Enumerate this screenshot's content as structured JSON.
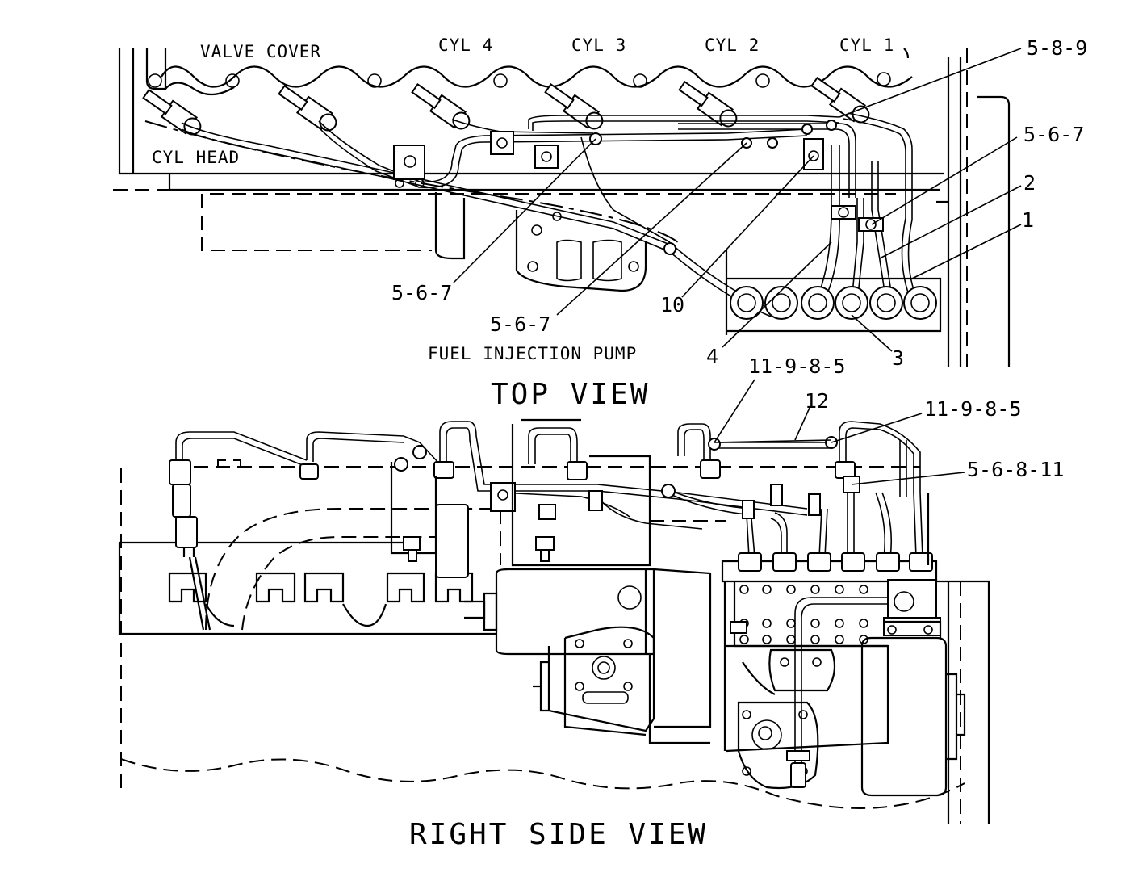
{
  "top_view": {
    "title": "TOP VIEW",
    "labels": {
      "valve_cover": "VALVE COVER",
      "cyl_head": "CYL HEAD",
      "fuel_pump": "FUEL INJECTION PUMP",
      "cyl4": "CYL 4",
      "cyl3": "CYL 3",
      "cyl2": "CYL 2",
      "cyl1": "CYL 1"
    },
    "callouts": {
      "c_589": "5-8-9",
      "c_567_a": "5-6-7",
      "c_567_b": "5-6-7",
      "c_567_c": "5-6-7",
      "c_2": "2",
      "c_1": "1",
      "c_10": "10",
      "c_4": "4",
      "c_3": "3"
    }
  },
  "side_view": {
    "title": "RIGHT SIDE VIEW",
    "callouts": {
      "c_11985_a": "11-9-8-5",
      "c_12": "12",
      "c_11985_b": "11-9-8-5",
      "c_56811": "5-6-8-11"
    }
  }
}
